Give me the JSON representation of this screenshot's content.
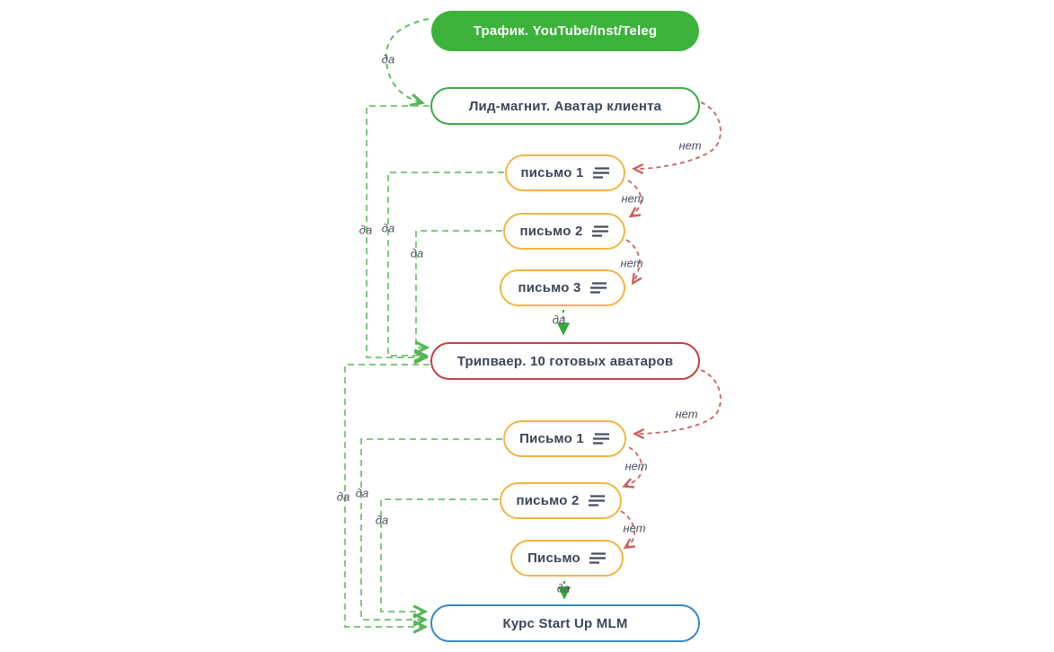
{
  "diagram": {
    "nodes": [
      {
        "id": "traffic",
        "label": "Трафик. YouTube/Inst/Teleg",
        "style": "green-filled"
      },
      {
        "id": "lead-magnet",
        "label": "Лид-магнит. Аватар клиента",
        "style": "green-outline"
      },
      {
        "id": "email-1",
        "label": "письмо 1",
        "style": "yellow-outline",
        "icon": "text-lines-icon"
      },
      {
        "id": "email-2",
        "label": "письмо 2",
        "style": "yellow-outline",
        "icon": "text-lines-icon"
      },
      {
        "id": "email-3",
        "label": "письмо 3",
        "style": "yellow-outline",
        "icon": "text-lines-icon"
      },
      {
        "id": "tripwire",
        "label": "Трипваер. 10 готовых аватаров",
        "style": "red-outline"
      },
      {
        "id": "email-4",
        "label": "Письмо 1",
        "style": "yellow-outline",
        "icon": "text-lines-icon"
      },
      {
        "id": "email-5",
        "label": "письмо 2",
        "style": "yellow-outline",
        "icon": "text-lines-icon"
      },
      {
        "id": "email-6",
        "label": "Письмо",
        "style": "yellow-outline",
        "icon": "text-lines-icon"
      },
      {
        "id": "course",
        "label": "Курс Start Up MLM",
        "style": "blue-outline"
      }
    ],
    "edges": [
      {
        "from": "traffic",
        "to": "lead-magnet",
        "label": "да",
        "type": "yes"
      },
      {
        "from": "lead-magnet",
        "to": "tripwire",
        "label": "да",
        "type": "yes"
      },
      {
        "from": "email-1",
        "to": "tripwire",
        "label": "да",
        "type": "yes"
      },
      {
        "from": "email-2",
        "to": "tripwire",
        "label": "да",
        "type": "yes"
      },
      {
        "from": "email-3",
        "to": "tripwire",
        "label": "да",
        "type": "yes"
      },
      {
        "from": "tripwire",
        "to": "course",
        "label": "да",
        "type": "yes"
      },
      {
        "from": "email-4",
        "to": "course",
        "label": "да",
        "type": "yes"
      },
      {
        "from": "email-5",
        "to": "course",
        "label": "да",
        "type": "yes"
      },
      {
        "from": "email-6",
        "to": "course",
        "label": "да",
        "type": "yes"
      },
      {
        "from": "lead-magnet",
        "to": "email-1",
        "label": "нет",
        "type": "no"
      },
      {
        "from": "email-1",
        "to": "email-2",
        "label": "нет",
        "type": "no"
      },
      {
        "from": "email-2",
        "to": "email-3",
        "label": "нет",
        "type": "no"
      },
      {
        "from": "tripwire",
        "to": "email-4",
        "label": "нет",
        "type": "no"
      },
      {
        "from": "email-4",
        "to": "email-5",
        "label": "нет",
        "type": "no"
      },
      {
        "from": "email-5",
        "to": "email-6",
        "label": "нет",
        "type": "no"
      }
    ],
    "colors": {
      "node_green_fill": "#3db23a",
      "green_outline": "#3fa84a",
      "yellow_outline": "#f3b541",
      "red_outline": "#c04046",
      "blue_outline": "#3787c5",
      "yes_connector": "#7fc97f",
      "yes_arrowhead": "#36a93a",
      "no_connector": "#ca6361",
      "node_text": "#3d4657",
      "edge_label_text": "#4a5060"
    }
  }
}
